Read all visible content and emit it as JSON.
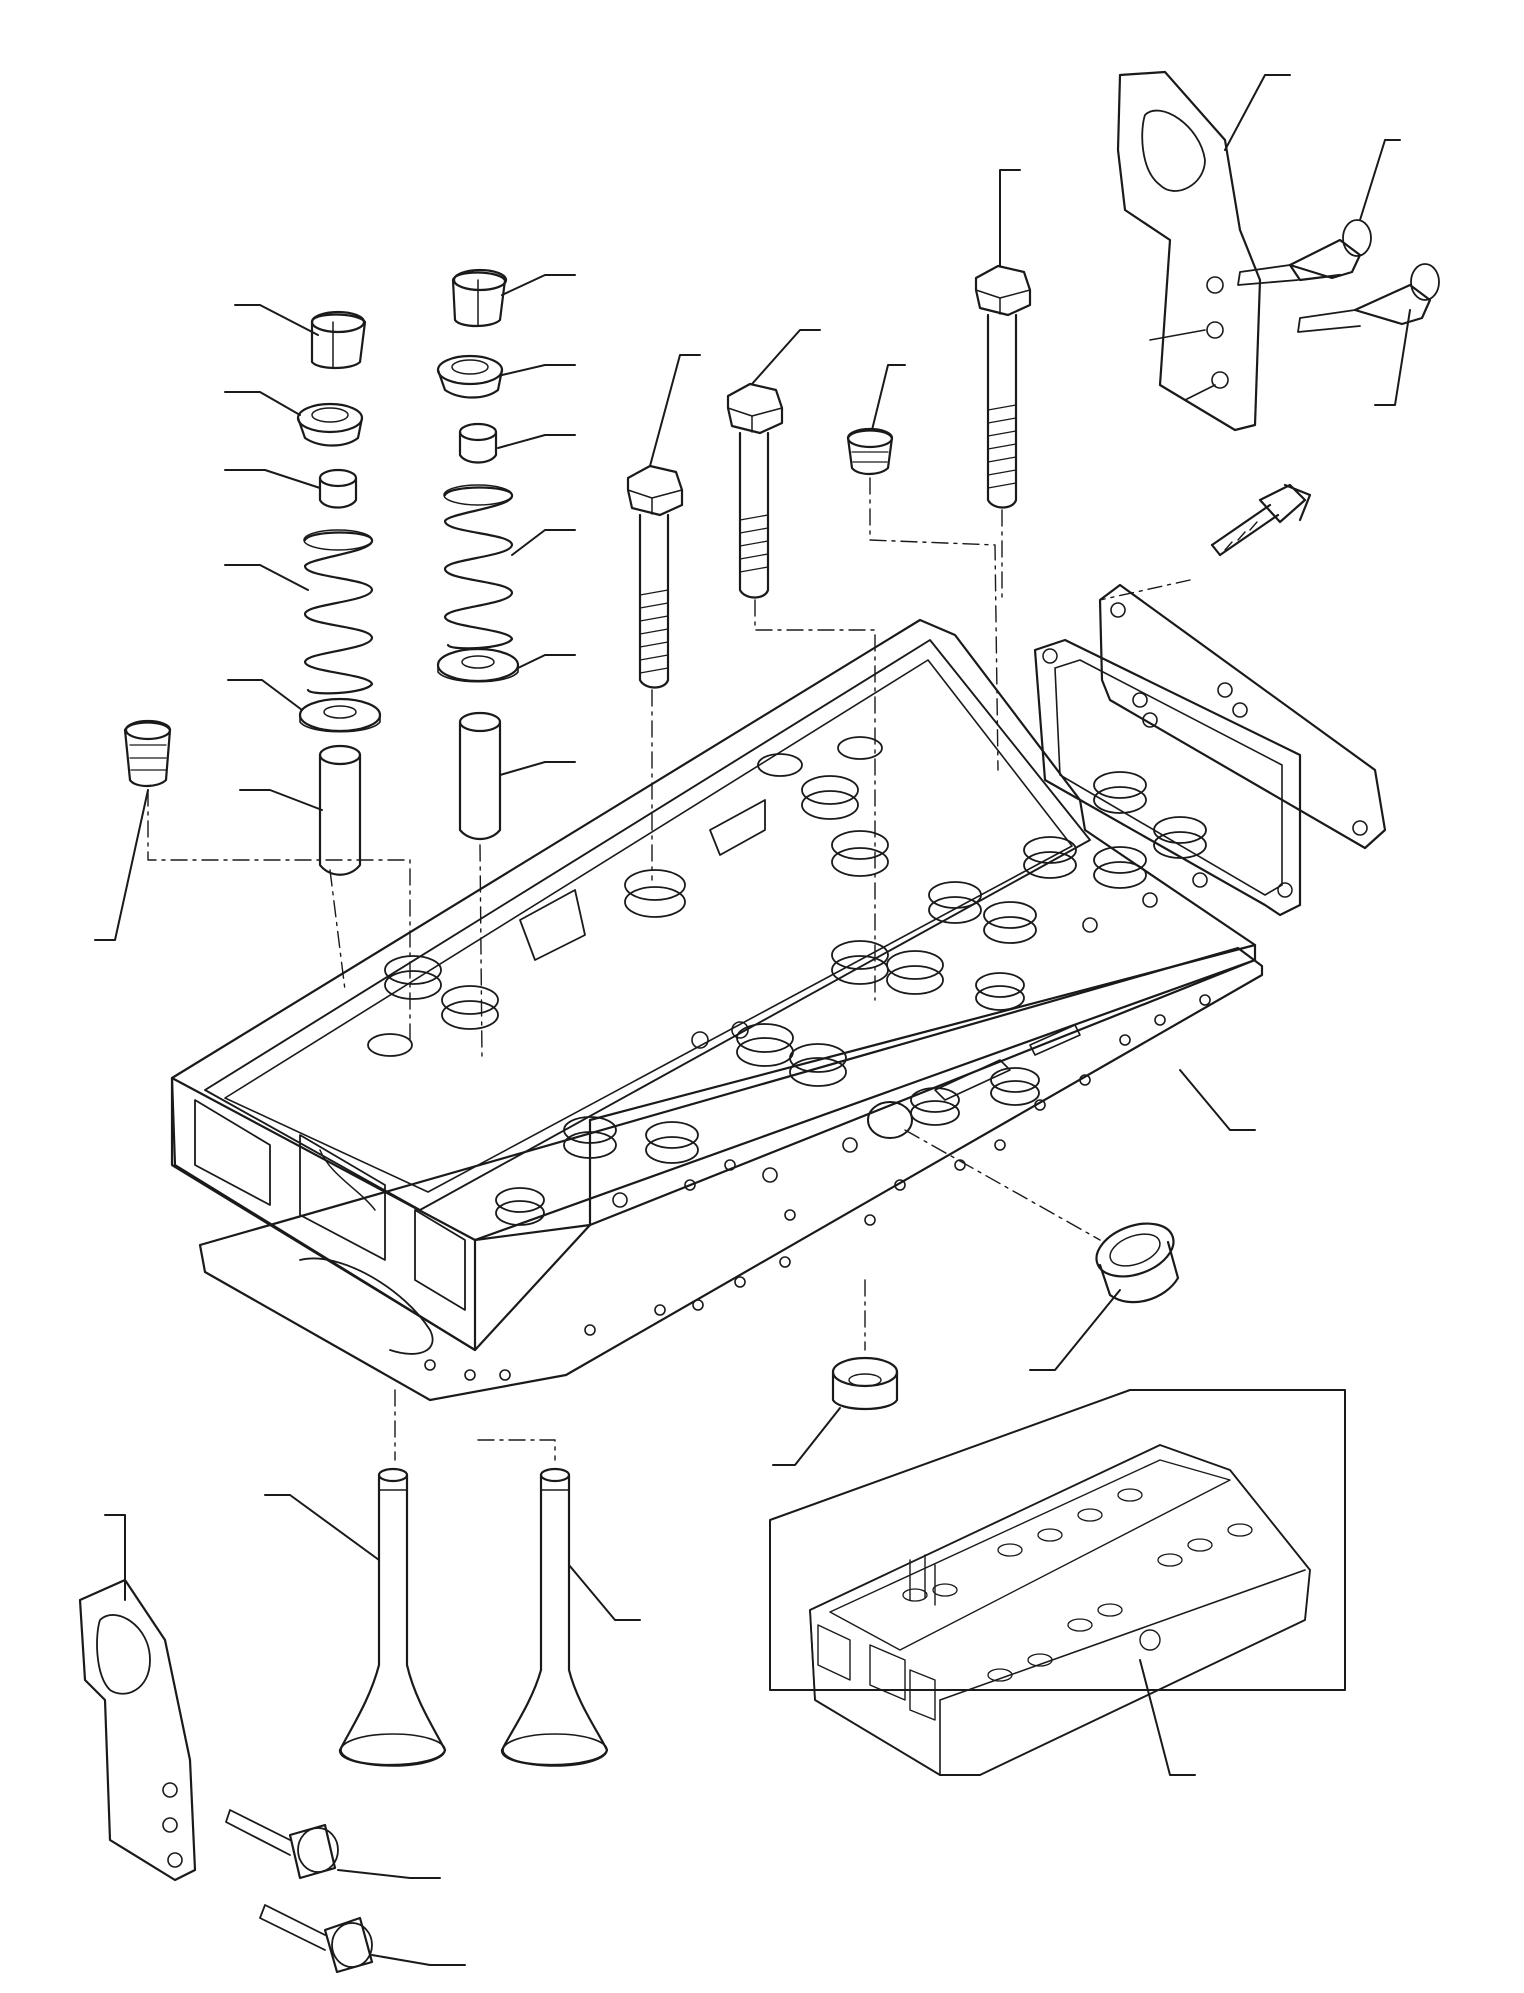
{
  "diagram": {
    "kind": "exploded parts view, cylinder head assembly",
    "colors": {
      "ink": "#1a1a1a",
      "paper": "#ffffff"
    },
    "callout_labels": [],
    "parts": [
      "valve-collet-left",
      "valve-collet-right",
      "spring-retainer-left",
      "spring-retainer-right",
      "valve-stem-seal-left",
      "valve-stem-seal-right",
      "valve-spring-left",
      "valve-spring-right",
      "spring-seat-washer-left",
      "spring-seat-washer-right",
      "valve-guide-left",
      "valve-guide-right",
      "core-plug-left",
      "core-plug-top",
      "head-bolt-long-1",
      "head-bolt-long-2",
      "head-bolt-long-3",
      "cylinder-head",
      "head-gasket",
      "intake-valve",
      "exhaust-valve",
      "expansion-plug-front",
      "water-transfer-seal",
      "lifting-eye-rear",
      "lifting-eye-front",
      "flange-bolts-rear",
      "flange-bolts-front",
      "flange-bolt-side",
      "outlet-cover-gasket",
      "outlet-cover-plate",
      "inset-assembled-head"
    ]
  }
}
